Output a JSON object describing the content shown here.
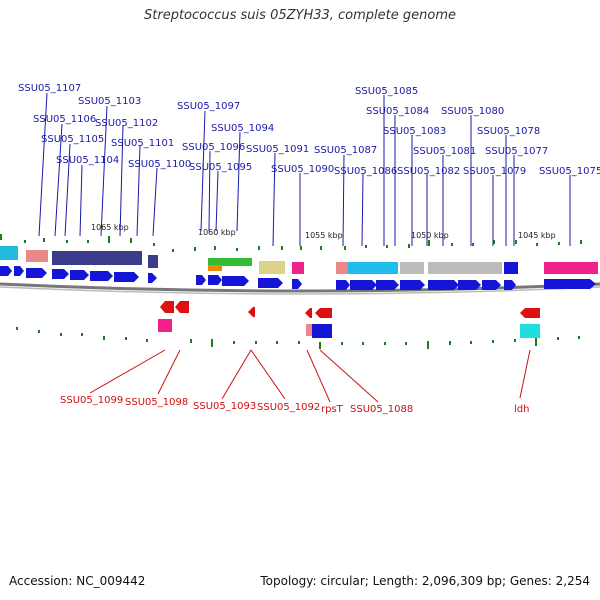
{
  "title": "Streptococcus suis 05ZYH33, complete genome",
  "accession": "Accession: NC_009442",
  "stats": "Topology: circular; Length: 2,096,309 bp; Genes: 2,254",
  "kbp_ticks": [
    {
      "text": "1065 kbp"
    },
    {
      "text": "1060 kbp"
    },
    {
      "text": "1055 kbp"
    },
    {
      "text": "1050 kbp"
    },
    {
      "text": "1045 kbp"
    }
  ],
  "upper_labels": [
    {
      "text": "SSU05_1107",
      "name": "label-ssu05-1107"
    },
    {
      "text": "SSU05_1106",
      "name": "label-ssu05-1106"
    },
    {
      "text": "SSU05_1105",
      "name": "label-ssu05-1105"
    },
    {
      "text": "SSU05_1104",
      "name": "label-ssu05-1104"
    },
    {
      "text": "SSU05_1103",
      "name": "label-ssu05-1103"
    },
    {
      "text": "SSU05_1102",
      "name": "label-ssu05-1102"
    },
    {
      "text": "SSU05_1101",
      "name": "label-ssu05-1101"
    },
    {
      "text": "SSU05_1100",
      "name": "label-ssu05-1100"
    },
    {
      "text": "SSU05_1097",
      "name": "label-ssu05-1097"
    },
    {
      "text": "SSU05_1096",
      "name": "label-ssu05-1096"
    },
    {
      "text": "SSU05_1095",
      "name": "label-ssu05-1095"
    },
    {
      "text": "SSU05_1094",
      "name": "label-ssu05-1094"
    },
    {
      "text": "SSU05_1091",
      "name": "label-ssu05-1091"
    },
    {
      "text": "SSU05_1090",
      "name": "label-ssu05-1090"
    },
    {
      "text": "SSU05_1087",
      "name": "label-ssu05-1087"
    },
    {
      "text": "SSU05_1086",
      "name": "label-ssu05-1086"
    },
    {
      "text": "SSU05_1085",
      "name": "label-ssu05-1085"
    },
    {
      "text": "SSU05_1084",
      "name": "label-ssu05-1084"
    },
    {
      "text": "SSU05_1083",
      "name": "label-ssu05-1083"
    },
    {
      "text": "SSU05_1082",
      "name": "label-ssu05-1082"
    },
    {
      "text": "SSU05_1081",
      "name": "label-ssu05-1081"
    },
    {
      "text": "SSU05_1080",
      "name": "label-ssu05-1080"
    },
    {
      "text": "SSU05_1079",
      "name": "label-ssu05-1079"
    },
    {
      "text": "SSU05_1078",
      "name": "label-ssu05-1078"
    },
    {
      "text": "SSU05_1077",
      "name": "label-ssu05-1077"
    },
    {
      "text": "SSU05_1075",
      "name": "label-ssu05-1075"
    }
  ],
  "lower_labels": [
    {
      "text": "SSU05_1099",
      "name": "label-ssu05-1099"
    },
    {
      "text": "SSU05_1098",
      "name": "label-ssu05-1098"
    },
    {
      "text": "SSU05_1093",
      "name": "label-ssu05-1093"
    },
    {
      "text": "SSU05_1092",
      "name": "label-ssu05-1092"
    },
    {
      "text": "rpsT",
      "name": "label-rpst"
    },
    {
      "text": "SSU05_1088",
      "name": "label-ssu05-1088"
    },
    {
      "text": "ldh",
      "name": "label-ldh"
    }
  ],
  "colors": {
    "forward_label": "#1a1aa8",
    "reverse_label": "#cc1111",
    "forward_gene": "#1515d8",
    "reverse_gene": "#dd1111",
    "backbone": "#888888",
    "gc_skew": "#1f7a1f"
  }
}
